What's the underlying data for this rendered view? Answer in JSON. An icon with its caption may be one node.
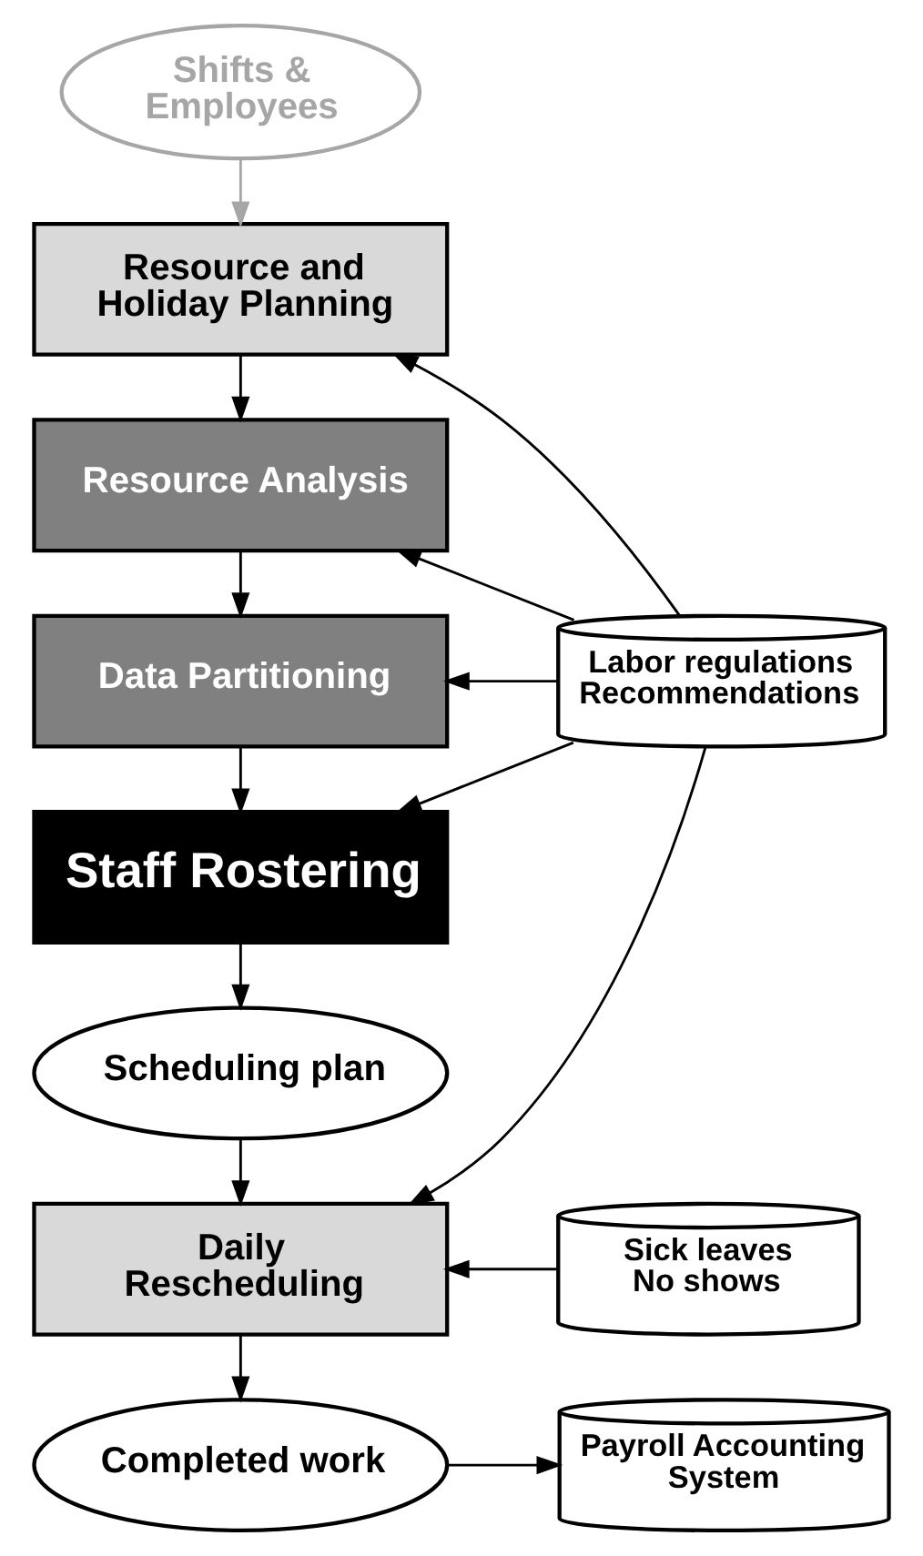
{
  "diagram": {
    "nodes": [
      {
        "text": [
          "Shifts & Employees"
        ]
      },
      {
        "text": [
          "Resource and Holiday Planning"
        ]
      },
      {
        "text": [
          "Resource Analysis"
        ]
      },
      {
        "text": [
          "Data Partitioning"
        ]
      },
      {
        "text": [
          "Staff Rostering"
        ]
      },
      {
        "text": [
          "Scheduling plan"
        ]
      },
      {
        "text": [
          "Daily Rescheduling"
        ]
      },
      {
        "text": [
          "Completed work"
        ]
      },
      {
        "text": [
          "Labor regulations Recommendations"
        ]
      },
      {
        "text": [
          "Sick leaves No shows"
        ]
      },
      {
        "text": [
          "Payroll Accounting System"
        ]
      }
    ],
    "edges": [
      {
        "from": 0,
        "to": 1,
        "arrow": "to",
        "color": "#a6a6a6"
      },
      {
        "from": 1,
        "to": 2,
        "arrow": "to"
      },
      {
        "from": 2,
        "to": 3,
        "arrow": "to"
      },
      {
        "from": 3,
        "to": 4,
        "arrow": "to"
      },
      {
        "from": 4,
        "to": 5,
        "arrow": "to"
      },
      {
        "from": 5,
        "to": 6,
        "arrow": "to"
      },
      {
        "from": 6,
        "to": 7,
        "arrow": "to"
      },
      {
        "from": 8,
        "to": 1,
        "arrow": "to"
      },
      {
        "from": 8,
        "to": 2,
        "arrow": "to"
      },
      {
        "from": 8,
        "to": 3,
        "arrow": "to"
      },
      {
        "from": 8,
        "to": 4,
        "arrow": "to"
      },
      {
        "from": 8,
        "to": 6,
        "arrow": "to"
      },
      {
        "from": 9,
        "to": 6,
        "arrow": "to"
      },
      {
        "from": 7,
        "to": 10,
        "arrow": "to"
      }
    ]
  }
}
